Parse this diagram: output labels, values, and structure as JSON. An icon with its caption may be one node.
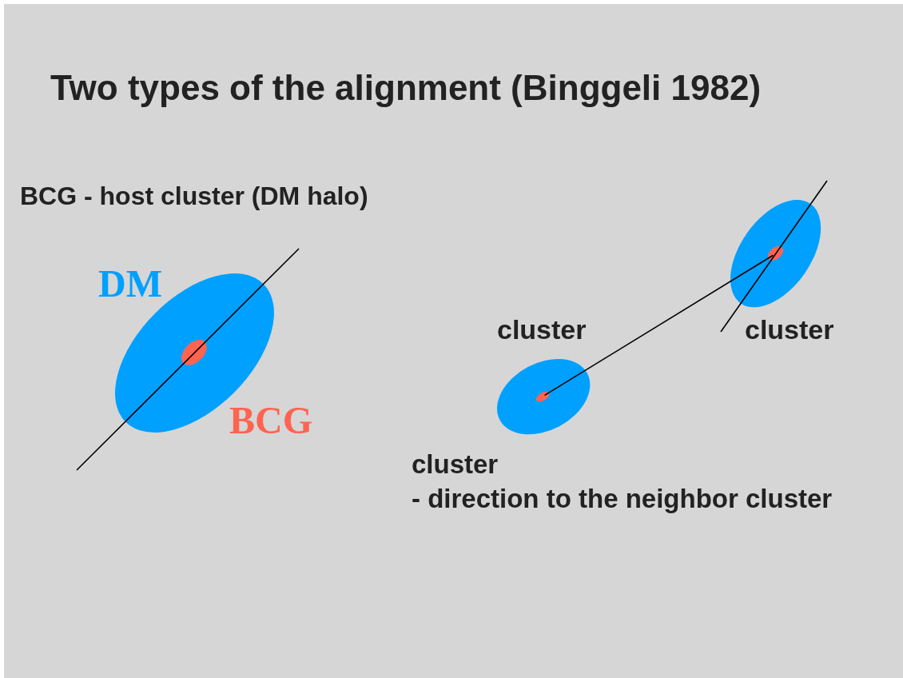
{
  "diagram": {
    "title": "Two types of the alignment (Binggeli 1982)",
    "nodes": [
      {
        "text": [],
        "shape": "ellipse",
        "beside": [
          "DM"
        ]
      },
      {
        "text": [],
        "shape": "ellipse",
        "in": 0,
        "beside": [
          "BCG"
        ]
      },
      {
        "text": [],
        "shape": "ellipse",
        "beside": [
          "cluster"
        ]
      },
      {
        "text": [],
        "shape": "ellipse",
        "in": 2
      },
      {
        "text": [],
        "shape": "ellipse",
        "beside": [
          "cluster"
        ]
      },
      {
        "text": [],
        "shape": "ellipse",
        "in": 4
      }
    ],
    "edges": [
      {
        "from": 3,
        "to": 5,
        "arrow": "none"
      }
    ],
    "labels": [
      "BCG - host cluster (DM halo)",
      "cluster",
      "- direction to the neighbor cluster"
    ]
  }
}
